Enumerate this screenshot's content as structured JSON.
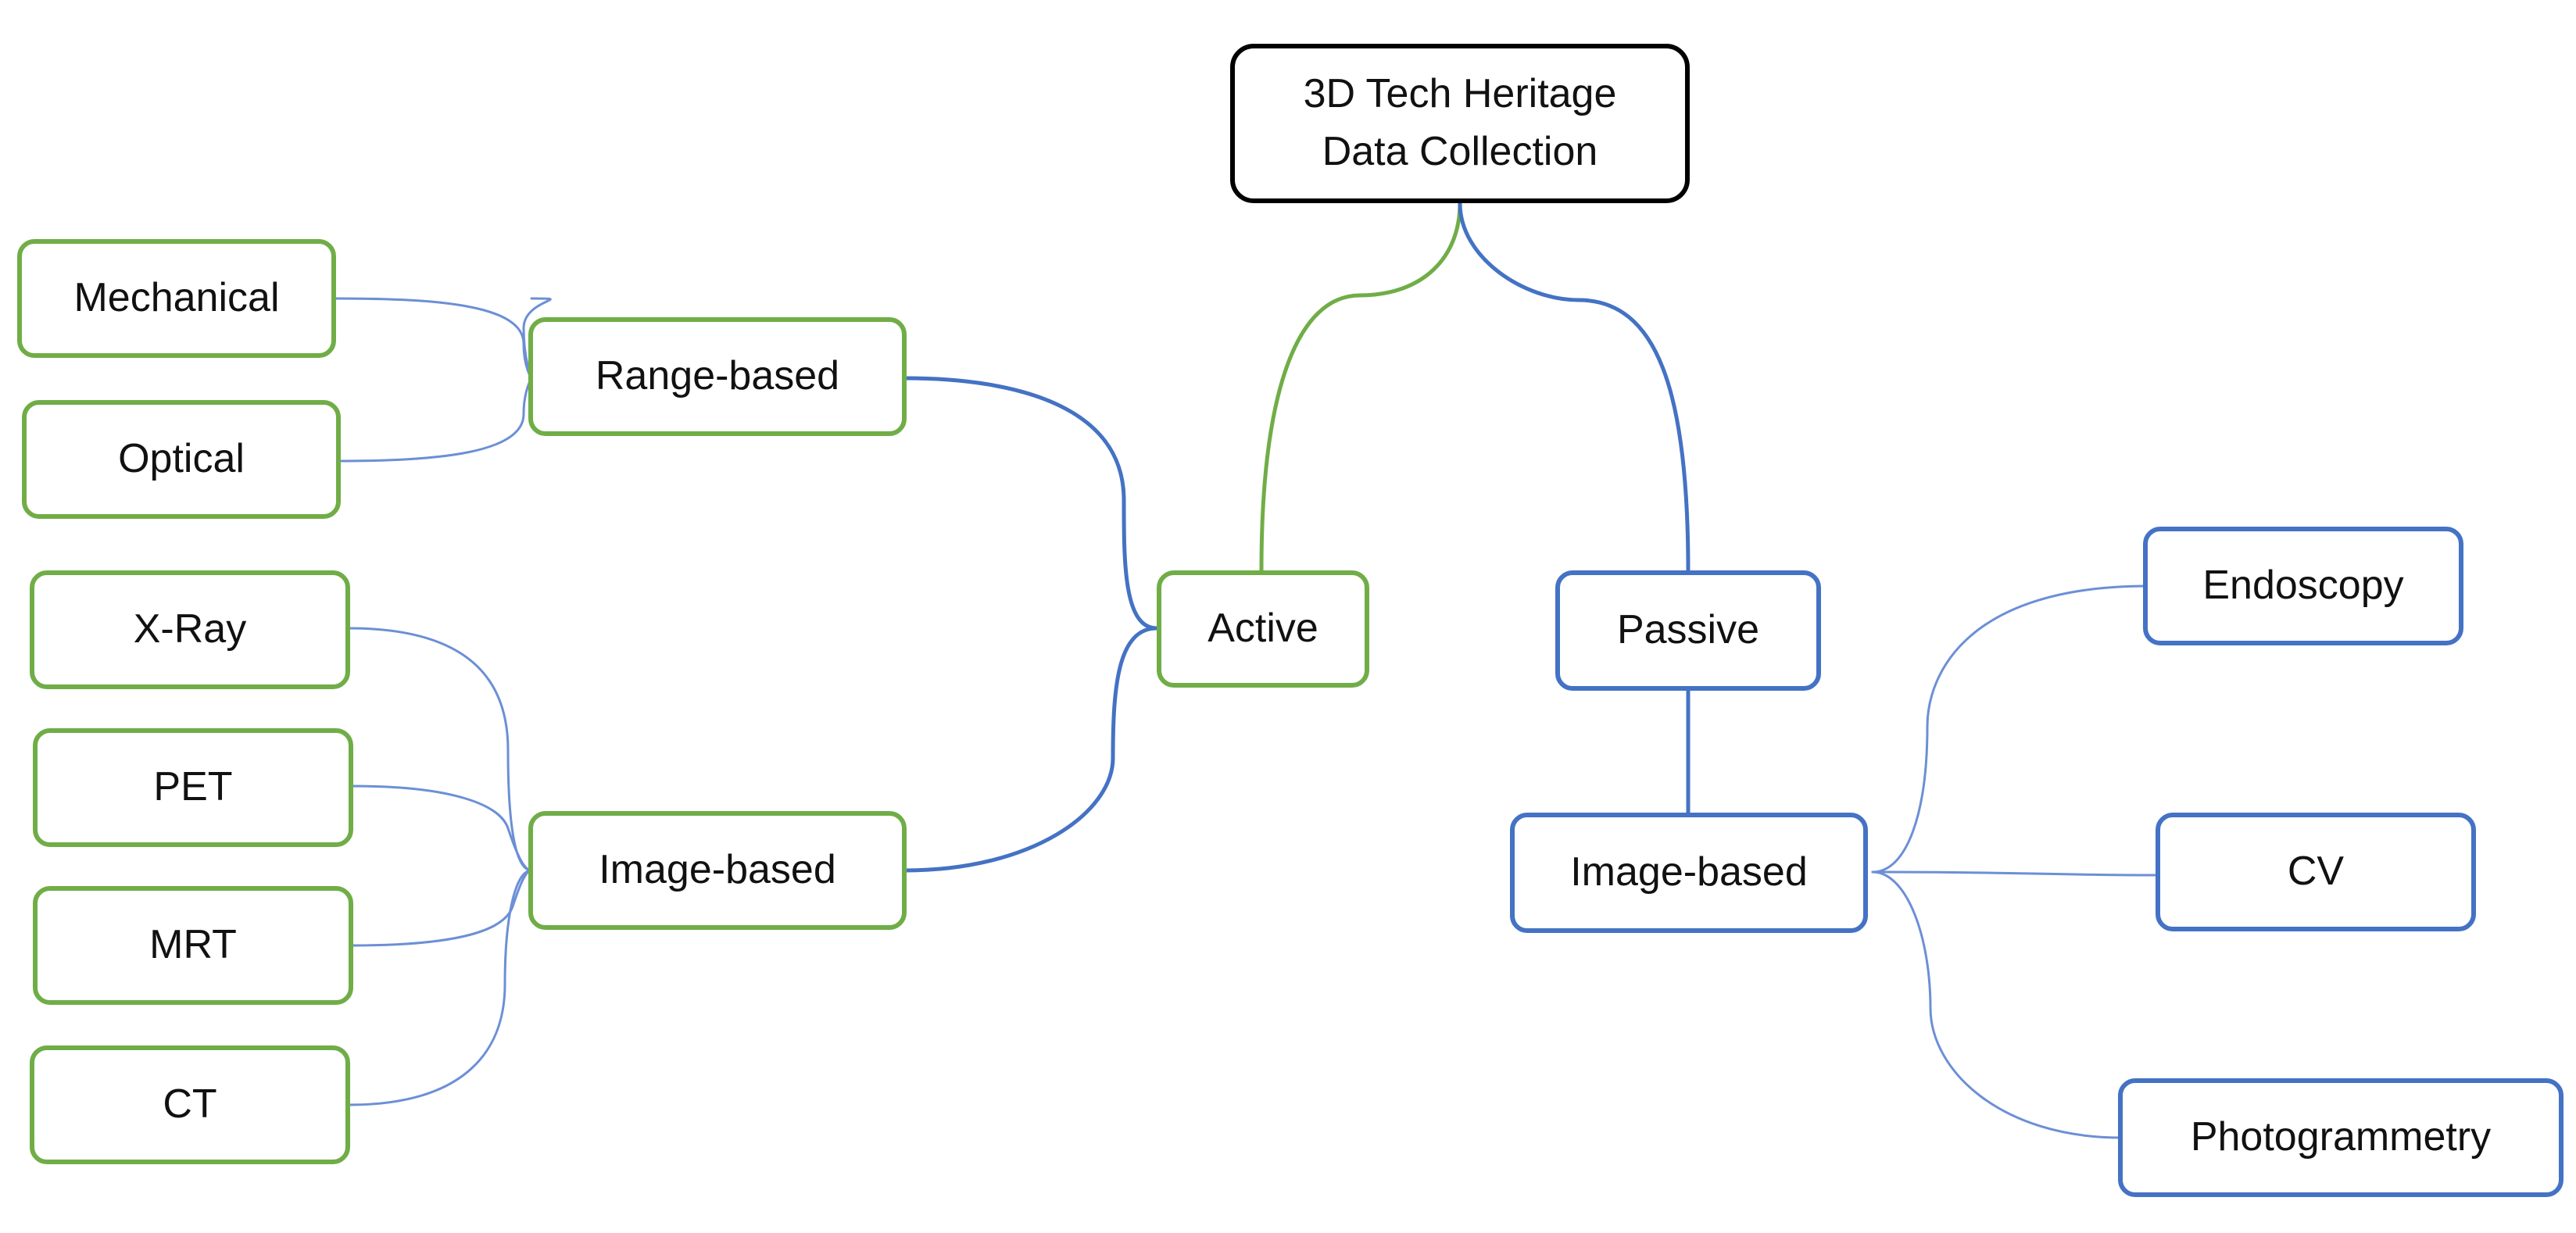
{
  "colors": {
    "active_green": "#70AD47",
    "blue": "#4472C4",
    "leaf_line_blue": "#6C8FD6",
    "root_border": "#000000",
    "text": "#111111"
  },
  "root": {
    "line1": "3D Tech Heritage",
    "line2": "Data Collection"
  },
  "active": {
    "label": "Active",
    "range_based": {
      "label": "Range-based",
      "children": [
        "Mechanical",
        "Optical"
      ]
    },
    "image_based": {
      "label": "Image-based",
      "children": [
        "X-Ray",
        "PET",
        "MRT",
        "CT"
      ]
    }
  },
  "passive": {
    "label": "Passive",
    "image_based": {
      "label": "Image-based",
      "children": [
        "Endoscopy",
        "CV",
        "Photogrammetry"
      ]
    }
  }
}
